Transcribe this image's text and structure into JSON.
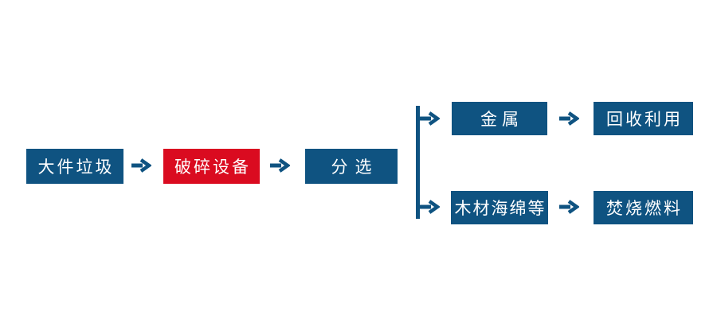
{
  "flowchart": {
    "nodes": {
      "bulky_waste": {
        "label": "大件垃圾"
      },
      "crushing": {
        "label": "破碎设备"
      },
      "sorting": {
        "label": "分选"
      },
      "metal": {
        "label": "金属"
      },
      "recycling": {
        "label": "回收利用"
      },
      "wood_sponge": {
        "label": "木材海绵等"
      },
      "incineration": {
        "label": "焚烧燃料"
      }
    },
    "colors": {
      "node_blue": "#0f5381",
      "node_red": "#da0b20",
      "arrow_blue": "#0f5381",
      "text_white": "#ffffff",
      "background": "#ffffff"
    }
  }
}
